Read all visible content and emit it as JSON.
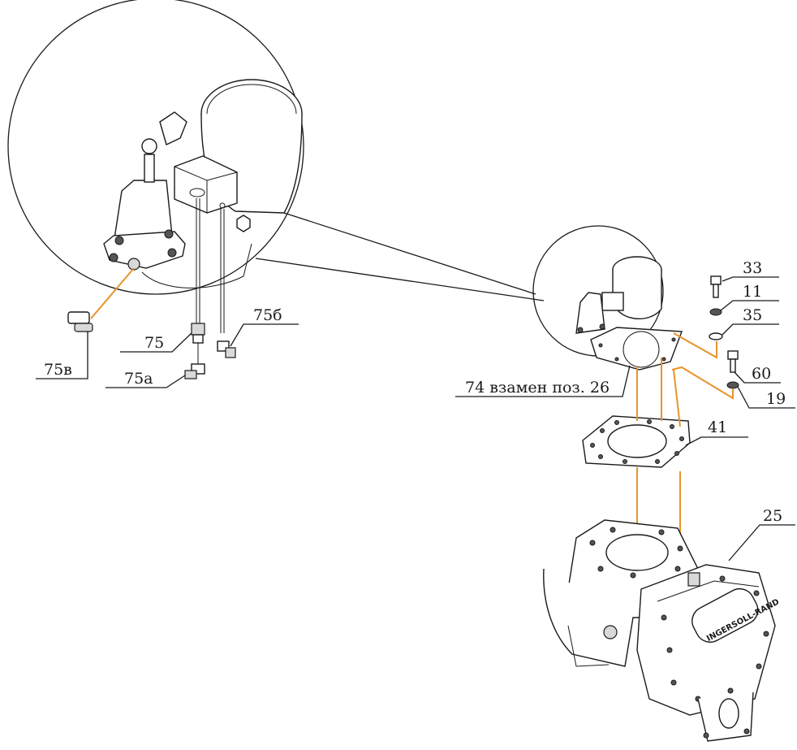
{
  "labels": {
    "p75v": "75в",
    "p75": "75",
    "p75a": "75а",
    "p75b": "75б",
    "p33": "33",
    "p11": "11",
    "p35": "35",
    "p60": "60",
    "p19": "19",
    "p74": "74 взамен поз. 26",
    "p41": "41",
    "p25": "25",
    "brand": "INGERSOLL-RAND"
  },
  "colors": {
    "assembly_axis": "#e8932c",
    "line": "#1a1a1a"
  },
  "icons": {
    "detail_view": "magnified-circle-icon",
    "valve": "intake-valve-icon"
  }
}
